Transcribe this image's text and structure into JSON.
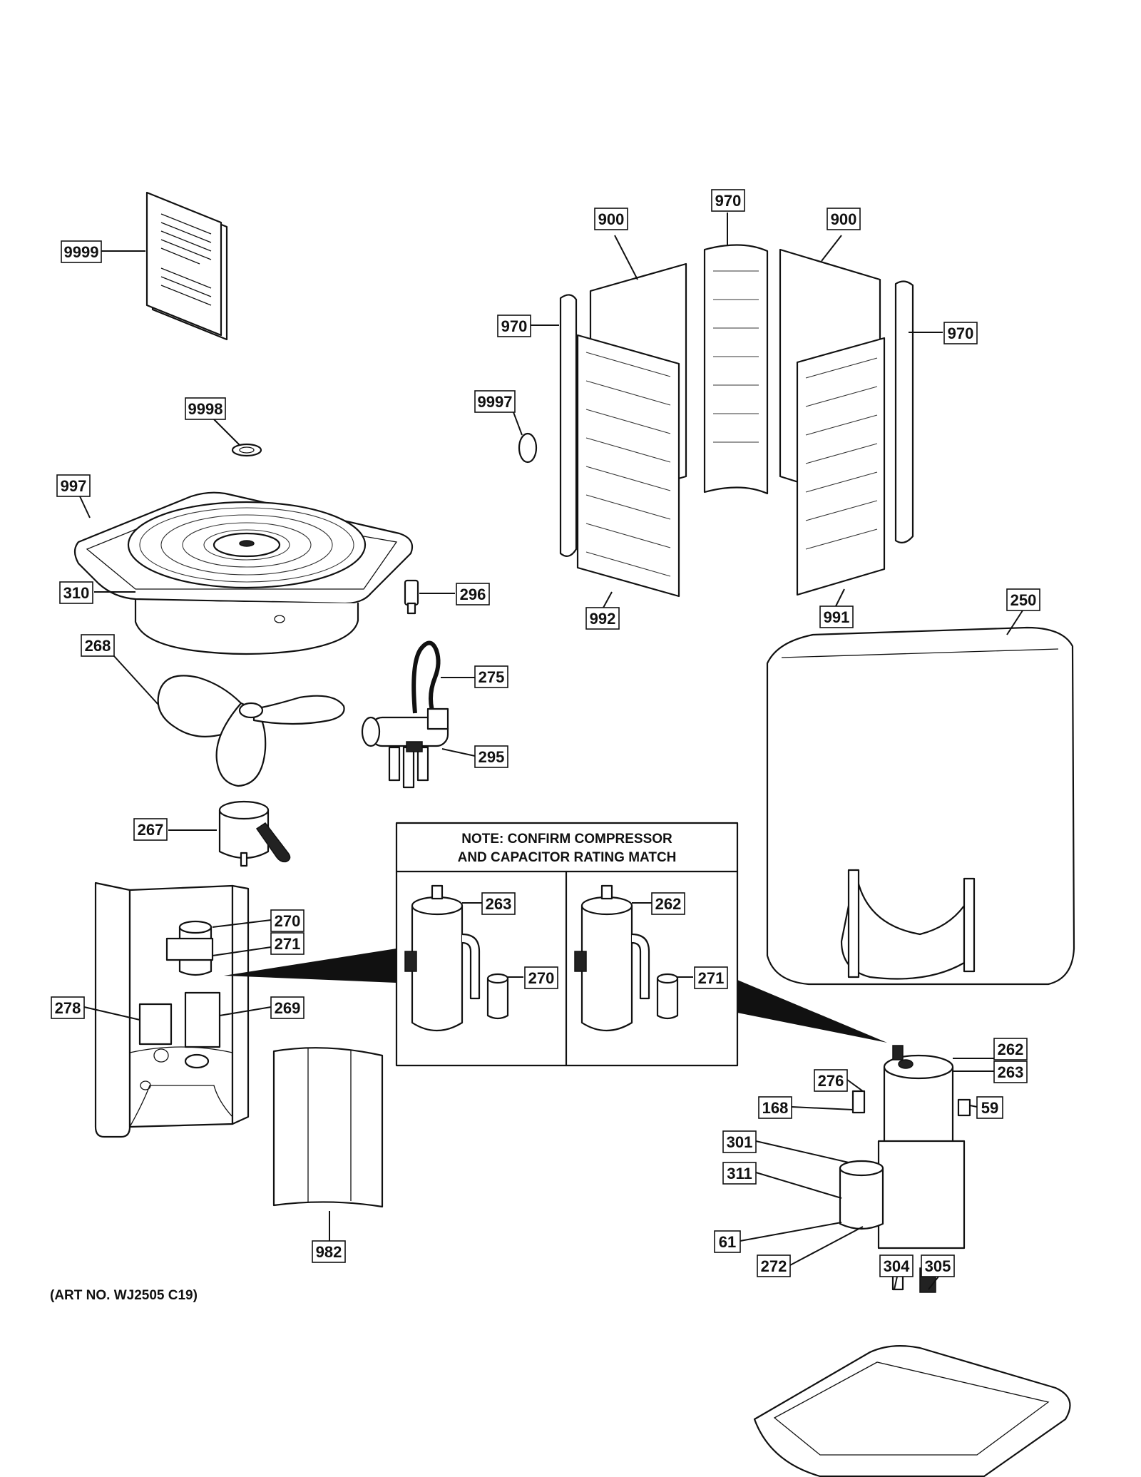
{
  "note": {
    "line1": "NOTE: CONFIRM COMPRESSOR",
    "line2": "AND CAPACITOR RATING MATCH"
  },
  "art_number": "(ART NO. WJ2505 C19)",
  "callouts": [
    "9999",
    "900",
    "970",
    "900",
    "970",
    "970",
    "9997",
    "9998",
    "997",
    "310",
    "296",
    "992",
    "991",
    "250",
    "268",
    "275",
    "295",
    "267",
    "263",
    "262",
    "270",
    "271",
    "270",
    "271",
    "278",
    "269",
    "262",
    "263",
    "276",
    "59",
    "168",
    "301",
    "311",
    "61",
    "272",
    "304",
    "305",
    "982"
  ]
}
